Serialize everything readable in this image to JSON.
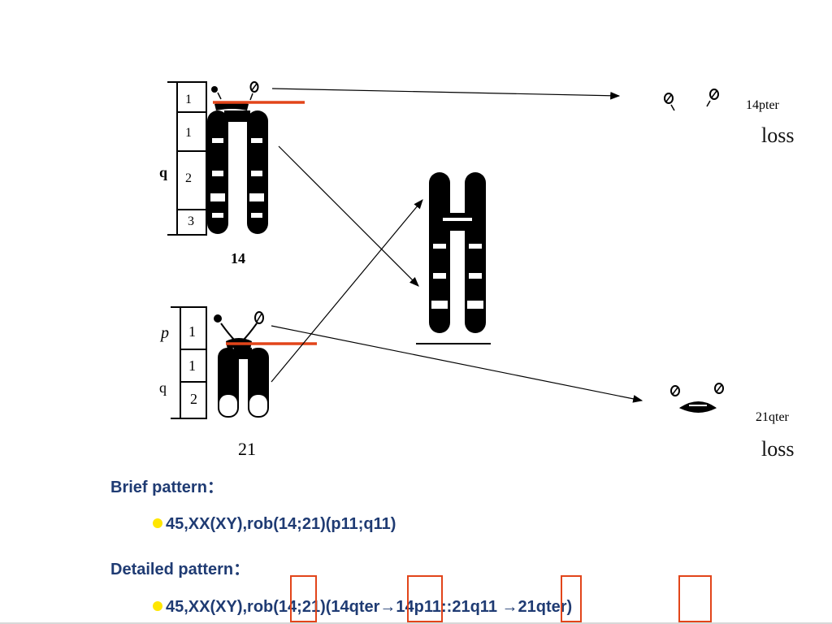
{
  "chromosomes": {
    "chr14": {
      "name": "14",
      "p_band": "1",
      "q_arm": "q",
      "q_bands": [
        "1",
        "2",
        "3"
      ]
    },
    "chr21": {
      "name": "21",
      "p_arm": "p",
      "p_band": "1",
      "q_arm": "q",
      "q_bands": [
        "1",
        "2"
      ]
    }
  },
  "fragments": {
    "top": {
      "label": "14pter",
      "fate": "loss"
    },
    "bottom": {
      "label": "21qter",
      "fate": "loss"
    }
  },
  "text": {
    "brief_heading": "Brief pattern：",
    "brief_formula": "45,XX(XY),rob(14;21)(p11;q11)",
    "detailed_heading": "Detailed pattern：",
    "detailed_formula": "45,XX(XY),rob(14;21)(14qter→14p11::21q11 →21qter)"
  },
  "colors": {
    "break_line": "#e2451a",
    "highlight_box": "#e2451a",
    "heading_text": "#1f3b73",
    "bullet": "#ffe600"
  }
}
